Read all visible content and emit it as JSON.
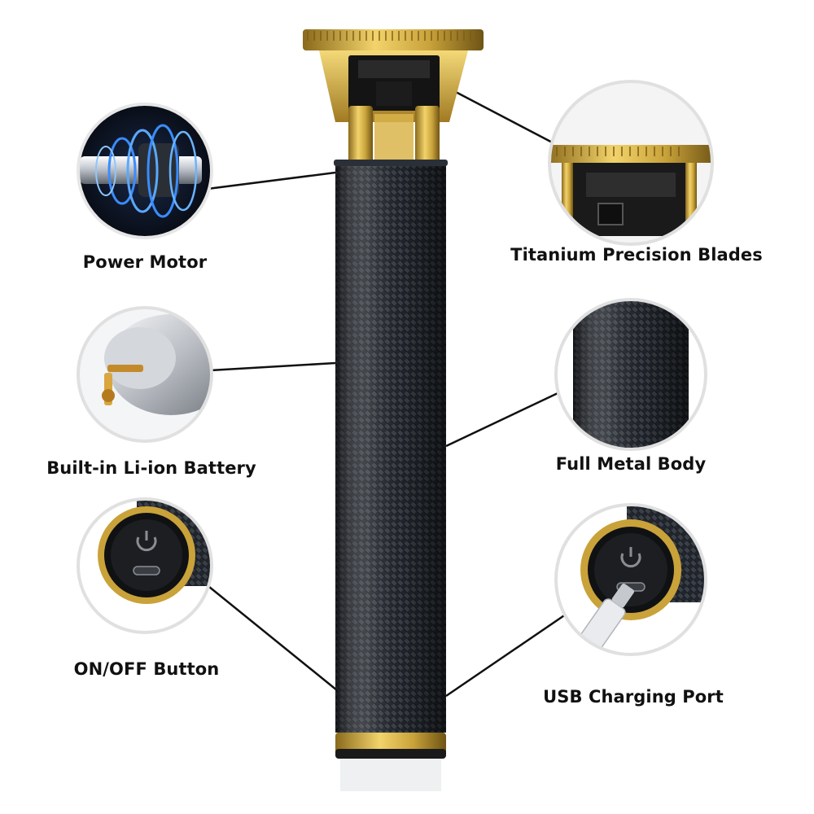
{
  "labels": {
    "power_motor": "Power Motor",
    "battery": "Built-in Li-ion Battery",
    "on_off": "ON/OFF Button",
    "blades": "Titanium Precision Blades",
    "metal_body": "Full Metal Body",
    "usb_port": "USB Charging Port"
  },
  "icons": {
    "power_button": "power-icon",
    "usb_c": "usb-c-port-icon"
  },
  "colors": {
    "body_dark": "#1e2228",
    "gold": "#c9a23a",
    "gold_light": "#f2d36b",
    "motor_blue": "#3a8cff",
    "connector_line": "#111111",
    "label_text": "#111111"
  }
}
